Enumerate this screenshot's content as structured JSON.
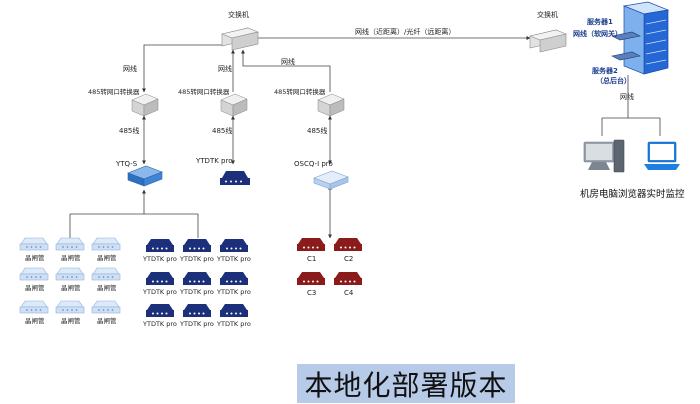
{
  "colors": {
    "router": "#b6b6b6",
    "hub_light": "#5a8fcf",
    "navy": "#1b2f7a",
    "maroon": "#8b1a1a",
    "pale_blue": "#cfe0f4",
    "banner": "#b7cbe9"
  },
  "labels": {
    "switch_main": "交换机",
    "switch_remote": "交换机",
    "long_link": "网线（近距离）/光纤（远距离）",
    "server1": "服务器1",
    "server1_sub": "网线（软网关）",
    "server2": "服务器2",
    "server2_sub": "（总后台）",
    "net_server": "网线",
    "monitor": "机房电脑浏览器实时监控",
    "net_a": "网线",
    "net_b": "网线",
    "net_c": "网线",
    "conv_a": "485转网口转换器",
    "conv_b": "485转网口转换器",
    "conv_c": "485转网口转换器",
    "line_a": "485线",
    "line_b": "485线",
    "line_c": "485线",
    "dev_a": "YTQ-S",
    "dev_b": "YTDTK pro",
    "dev_c": "OSCQ-I pro",
    "thyristor": [
      "晶闸管",
      "晶闸管",
      "晶闸管",
      "晶闸管",
      "晶闸管",
      "晶闸管",
      "晶闸管",
      "晶闸管",
      "晶闸管"
    ],
    "ytdtk_grid": [
      "YTDTK pro",
      "YTDTK pro",
      "YTDTK pro",
      "YTDTK pro",
      "YTDTK pro",
      "YTDTK pro",
      "YTDTK pro",
      "YTDTK pro",
      "YTDTK pro"
    ],
    "cams": [
      "C1",
      "C2",
      "C3",
      "C4"
    ],
    "banner": "本地化部署版本"
  }
}
